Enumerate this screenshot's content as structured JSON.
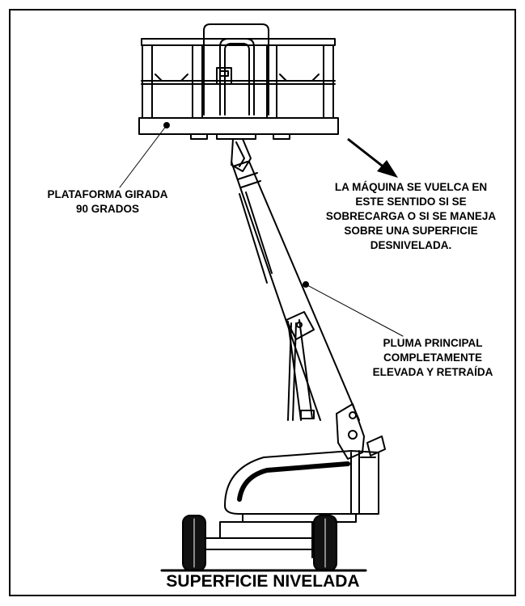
{
  "labels": {
    "platform": [
      "PLATAFORMA GIRADA",
      "90 GRADOS"
    ],
    "warning": [
      "LA MÁQUINA SE VUELCA EN",
      "ESTE SENTIDO SI SE",
      "SOBRECARGA O SI SE MANEJA",
      "SOBRE UNA SUPERFICIE",
      "DESNIVELADA."
    ],
    "boom": [
      "PLUMA PRINCIPAL",
      "COMPLETAMENTE",
      "ELEVADA Y RETRAÍDA"
    ],
    "ground": "SUPERFICIE NIVELADA"
  },
  "colors": {
    "ink": "#000000",
    "background": "#ffffff",
    "tire": "#111111"
  }
}
